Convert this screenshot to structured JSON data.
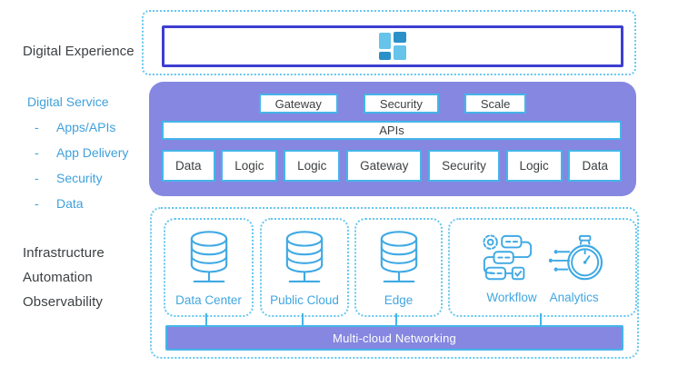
{
  "colors": {
    "purple": "#8587e0",
    "boxBorder": "#45b5e9",
    "dashed": "#64c7f1",
    "solidBorder": "#3e3ed1",
    "textDark": "#3c4043",
    "textBlue": "#3fa1db",
    "textBlue2": "#42a6e0",
    "iconStroke": "#3fa9e4",
    "iconDark": "#2a90c8",
    "iconLight": "#66c3ea"
  },
  "left_column": {
    "experience_label": "Digital Experience",
    "service_heading": "Digital Service",
    "bullet": "-",
    "service_items": [
      "Apps/APIs",
      "App Delivery",
      "Security",
      "Data"
    ],
    "infra_items": [
      "Infrastructure",
      "Automation",
      "Observability"
    ]
  },
  "service_layer": {
    "top_boxes": [
      "Gateway",
      "Security",
      "Scale"
    ],
    "apis_label": "APIs",
    "bottom_boxes": [
      "Data",
      "Logic",
      "Logic",
      "Gateway",
      "Security",
      "Logic",
      "Data"
    ]
  },
  "infra_layer": {
    "nodes": [
      "Data Center",
      "Public Cloud",
      "Edge"
    ],
    "tools": [
      "Workflow",
      "Analytics"
    ],
    "bar_label": "Multi-cloud Networking"
  },
  "icons": {
    "app_grid": "app-grid-icon",
    "database": "database-icon",
    "workflow": "workflow-icon",
    "analytics": "analytics-icon"
  }
}
